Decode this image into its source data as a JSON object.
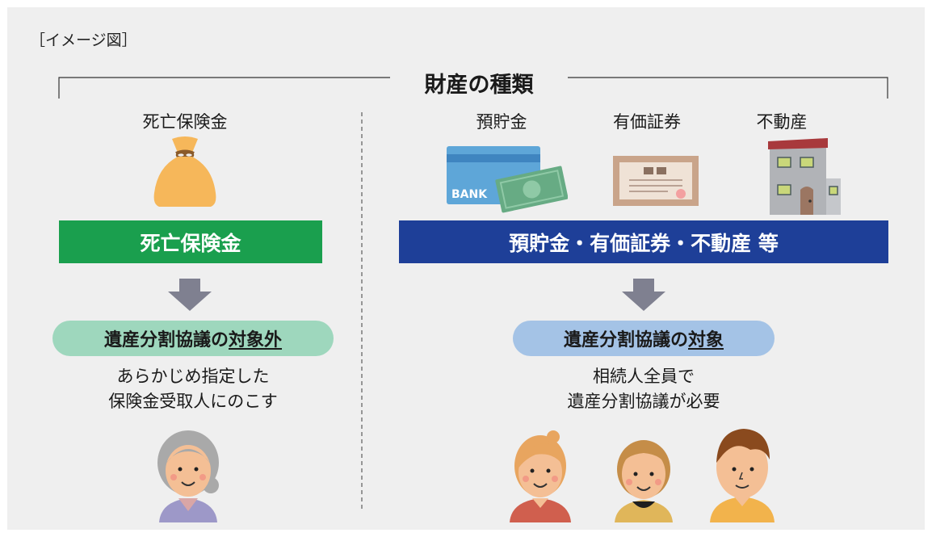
{
  "tag": "［イメージ図］",
  "title": "財産の種類",
  "left": {
    "label": "死亡保険金",
    "bar": "死亡保険金",
    "pill_main": "遺産分割協議の",
    "pill_underlined": "対象外",
    "desc_line1": "あらかじめ指定した",
    "desc_line2": "保険金受取人にのこす"
  },
  "right": {
    "labels": [
      "預貯金",
      "有価証券",
      "不動産"
    ],
    "bank_text": "BANK",
    "bar": "預貯金・有価証券・不動産 等",
    "pill_main": "遺産分割協議の",
    "pill_underlined": "対象",
    "desc_line1": "相続人全員で",
    "desc_line2": "遺産分割協議が必要"
  },
  "colors": {
    "green_bar": "#1a9f4e",
    "blue_bar": "#1e3f98",
    "green_pill": "#9ed7bd",
    "blue_pill": "#a4c3e6",
    "arrow": "#7f8090"
  },
  "icons": [
    "money-bag-icon",
    "bank-card-icon",
    "certificate-icon",
    "building-icon",
    "arrow-down-icon",
    "grandmother-icon",
    "woman-icon",
    "girl-icon",
    "man-icon"
  ]
}
